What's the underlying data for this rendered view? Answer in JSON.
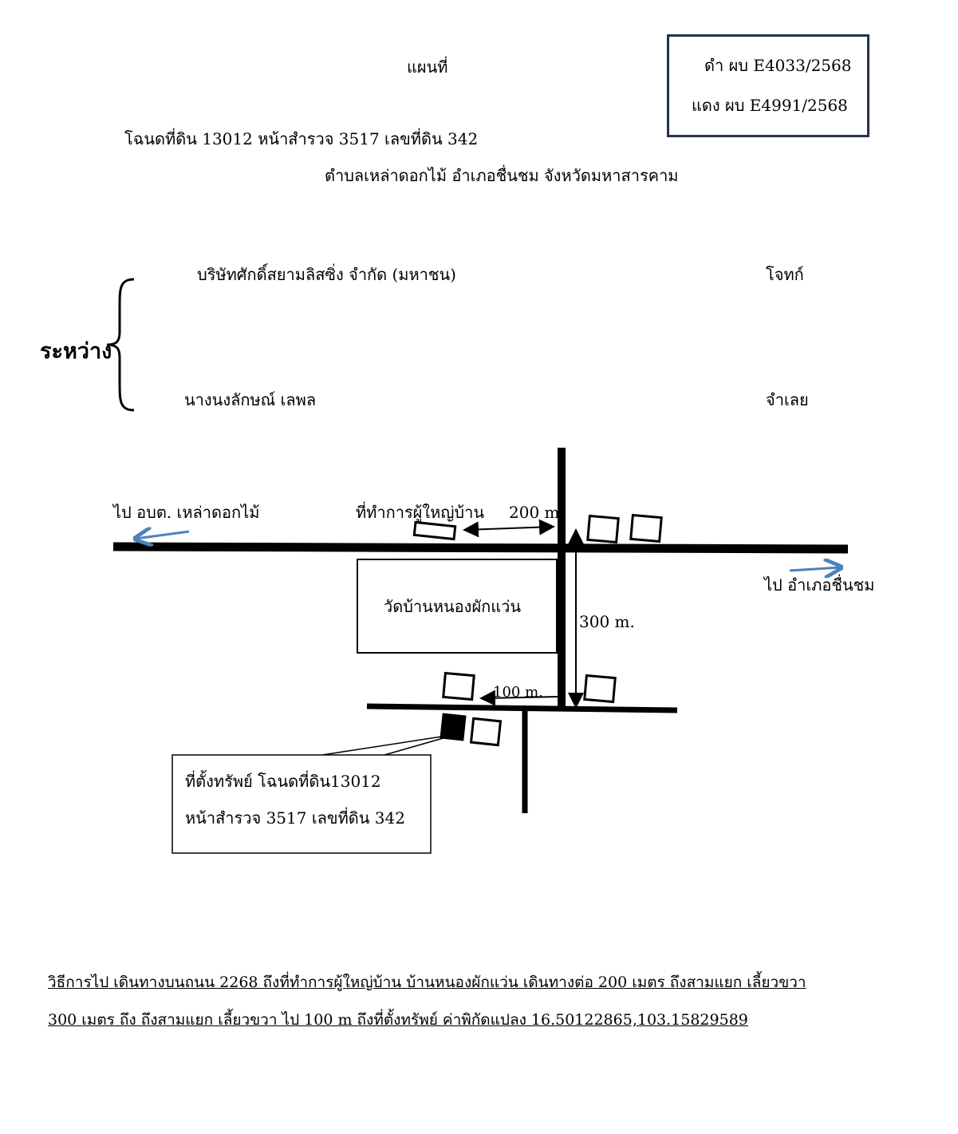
{
  "header": {
    "title": "แผนที่",
    "deed_line": "โฉนดที่ดิน   13012  หน้าสำรวจ  3517  เลขที่ดิน  342",
    "location_line": "ตำบลเหล่าดอกไม้  อำเภอชื่นชม  จังหวัดมหาสารคาม"
  },
  "case_box": {
    "black_case": "ดำ  ผบ E4033/2568",
    "red_case": "แดง  ผบ E4991/2568"
  },
  "parties": {
    "between_label": "ระหว่าง",
    "plaintiff_name": "บริษัทศักดิ์สยามลิสซิ่ง จำกัด  (มหาชน)",
    "plaintiff_role": "โจทก์",
    "defendant_name": "นางนงลักษณ์  เลพล",
    "defendant_role": "จำเลย"
  },
  "map": {
    "to_west": "ไป อบต. เหล่าดอกไม้",
    "village_office": "ที่ทำการผู้ใหญ่บ้าน",
    "dist_200": "200 m.",
    "to_east": "ไป อำเภอชื่นชม",
    "temple": "วัดบ้านหนองผักแว่น",
    "dist_300": "300  m.",
    "dist_100": "100 m.",
    "property_line1": "ที่ตั้งทรัพย์ โฉนดที่ดิน13012",
    "property_line2": "หน้าสำรวจ  3517  เลขที่ดิน  342",
    "arrow_color": "#4f81bd"
  },
  "directions": {
    "line1": "วิธีการไป    เดินทางบนถนน 2268   ถึงที่ทำการผู้ใหญ่บ้าน บ้านหนองผักแว่น เดินทางต่อ 200 เมตร  ถึงสามแยก เลี้ยวขวา",
    "line2": "300 เมตร ถึง ถึงสามแยก เลี้ยวขวา ไป 100 m   ถึงที่ตั้งทรัพย์  ค่าพิกัดแปลง 16.50122865,103.15829589"
  }
}
